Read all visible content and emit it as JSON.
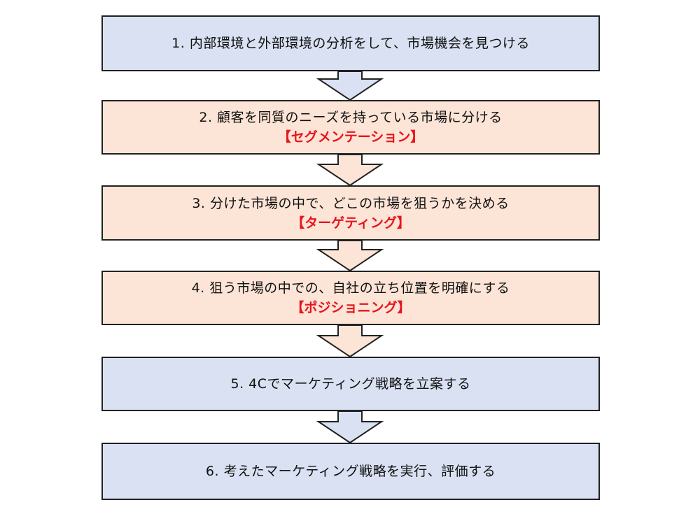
{
  "colors": {
    "blue_fill": "#d9e1f2",
    "peach_fill": "#fce4d6",
    "border": "#222222",
    "highlight": "#e8141c"
  },
  "steps": [
    {
      "text": "1. 内部環境と外部環境の分析をして、市場機会を見つける",
      "sub": "",
      "color": "blue"
    },
    {
      "text": "2. 顧客を同質のニーズを持っている市場に分ける",
      "sub": "【セグメンテーション】",
      "color": "peach"
    },
    {
      "text": "3. 分けた市場の中で、どこの市場を狙うかを決める",
      "sub": "【ターゲティング】",
      "color": "peach"
    },
    {
      "text": "4. 狙う市場の中での、自社の立ち位置を明確にする",
      "sub": "【ポジショニング】",
      "color": "peach"
    },
    {
      "text": "5. 4Cでマーケティング戦略を立案する",
      "sub": "",
      "color": "blue"
    },
    {
      "text": "6. 考えたマーケティング戦略を実行、評価する",
      "sub": "",
      "color": "blue"
    }
  ]
}
